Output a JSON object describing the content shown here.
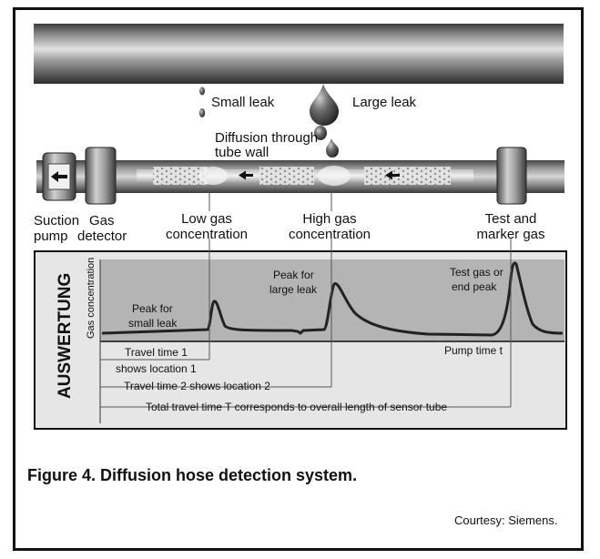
{
  "labels": {
    "small_leak": "Small leak",
    "large_leak": "Large leak",
    "diffusion_1": "Diffusion through",
    "diffusion_2": "tube wall",
    "suction_1": "Suction",
    "suction_2": "pump",
    "gas_detector_1": "Gas",
    "gas_detector_2": "detector",
    "low_gas_1": "Low gas",
    "low_gas_2": "concentration",
    "high_gas_1": "High gas",
    "high_gas_2": "concentration",
    "test_gas_1": "Test and",
    "test_gas_2": "marker gas"
  },
  "panel": {
    "side_title": "AUSWERTUNG",
    "y_axis": "Gas concentration",
    "peak_small_1": "Peak for",
    "peak_small_2": "small leak",
    "peak_large_1": "Peak for",
    "peak_large_2": "large leak",
    "peak_end_1": "Test gas or",
    "peak_end_2": "end peak",
    "pump_time": "Pump time t",
    "travel1_1": "Travel time 1",
    "travel1_2": "shows location 1",
    "travel2": "Travel time 2 shows location 2",
    "total": "Total travel time T corresponds to overall length of sensor tube"
  },
  "caption": "Figure 4. Diffusion hose detection system.",
  "courtesy": "Courtesy: Siemens.",
  "colors": {
    "pipe_dark": "#3a3a3a",
    "pipe_light": "#d8d8d8",
    "panel_bg": "#e6e6e6",
    "graph_bg": "#b4b4b4"
  }
}
